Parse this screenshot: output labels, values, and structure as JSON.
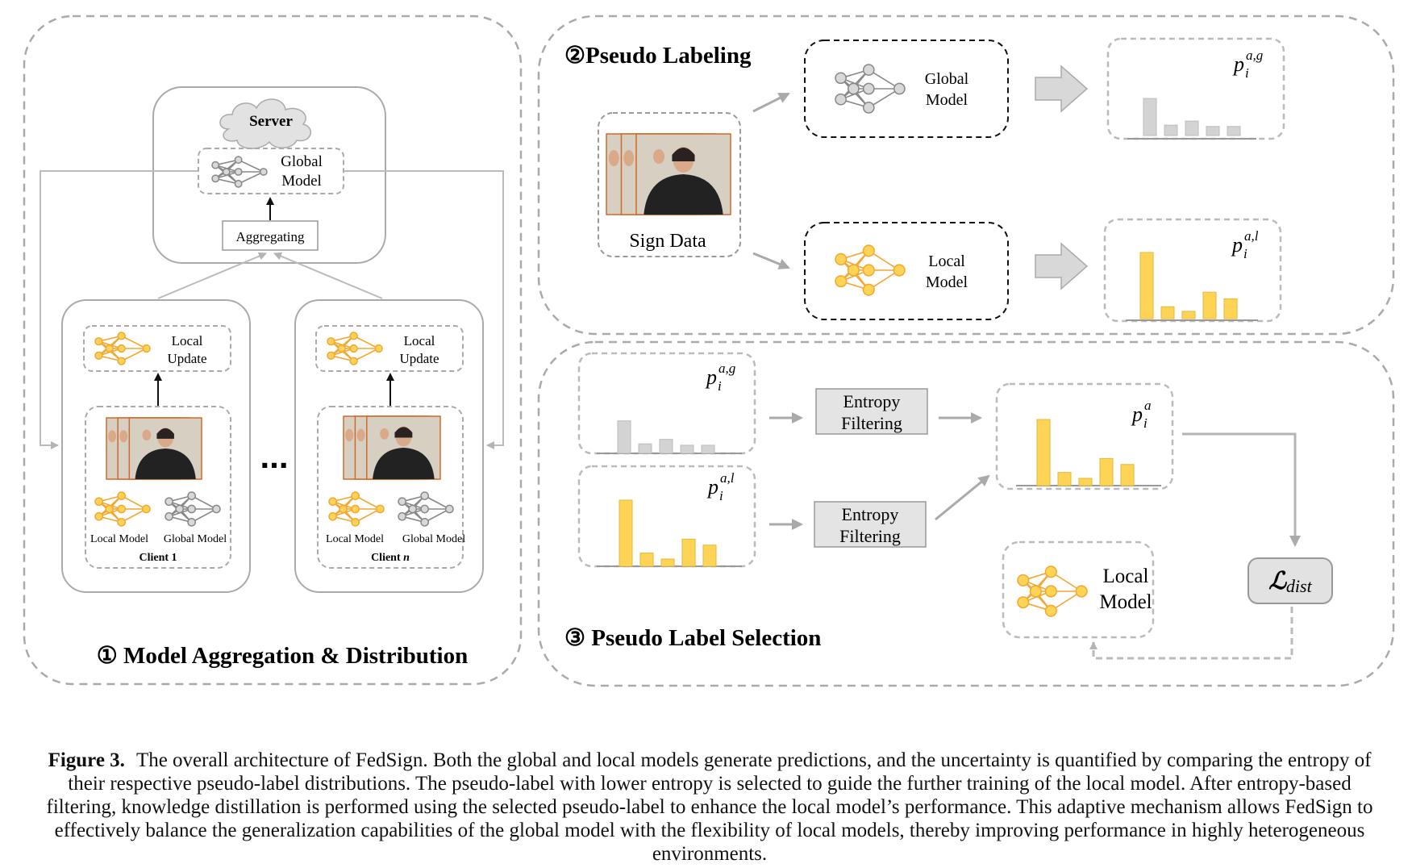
{
  "panel1": {
    "title": "① Model Aggregation & Distribution",
    "server": {
      "cloud_label": "Server",
      "global_model_label": [
        "Global",
        "Model"
      ],
      "aggregating_label": "Aggregating"
    },
    "client1": {
      "update_label": [
        "Local",
        "Update"
      ],
      "local_model_label": "Local Model",
      "global_model_label": "Global Model",
      "name": "Client 1"
    },
    "clientn": {
      "update_label": [
        "Local",
        "Update"
      ],
      "local_model_label": "Local Model",
      "global_model_label": "Global Model",
      "name_prefix": "Client",
      "name_var": "n"
    },
    "ellipsis": "..."
  },
  "panel2": {
    "title": "②Pseudo Labeling",
    "sign_data_label": "Sign Data",
    "global_model_label": [
      "Global",
      "Model"
    ],
    "local_model_label": [
      "Local",
      "Model"
    ],
    "dist_global": {
      "label_base": "p",
      "sub": "i",
      "sup": "a,g",
      "values": [
        0.82,
        0.23,
        0.32,
        0.2,
        0.2
      ],
      "color": "#d3d3d3"
    },
    "dist_local": {
      "label_base": "p",
      "sub": "i",
      "sup": "a,l",
      "values": [
        1.0,
        0.18,
        0.11,
        0.4,
        0.3
      ],
      "color": "#fdd455"
    }
  },
  "panel3": {
    "title": "③ Pseudo Label Selection",
    "entropy_filter_1": [
      "Entropy",
      "Filtering"
    ],
    "entropy_filter_2": [
      "Entropy",
      "Filtering"
    ],
    "local_model_label": [
      "Local",
      "Model"
    ],
    "loss_label_base": "ℒ",
    "loss_label_sub": "dist",
    "dist_global": {
      "label_base": "p",
      "sub": "i",
      "sup": "a,g",
      "values": [
        0.72,
        0.21,
        0.31,
        0.18,
        0.18
      ],
      "color": "#d3d3d3"
    },
    "dist_local": {
      "label_base": "p",
      "sub": "i",
      "sup": "a,l",
      "values": [
        1.0,
        0.2,
        0.11,
        0.41,
        0.32
      ],
      "color": "#fdd455"
    },
    "dist_selected": {
      "label_base": "p",
      "sub": "i",
      "sup": "a",
      "values": [
        1.0,
        0.2,
        0.11,
        0.41,
        0.32
      ],
      "color": "#fdd455"
    }
  },
  "caption": {
    "label": "Figure 3.",
    "text": "The overall architecture of FedSign. Both the global and local models generate predictions, and the uncertainty is quantified by comparing the entropy of their respective pseudo-label distributions. The pseudo-label with lower entropy is selected to guide the further training of the local model. After entropy-based filtering, knowledge distillation is performed using the selected pseudo-label to enhance the local model’s performance. This adaptive mechanism allows FedSign to effectively balance the generalization capabilities of the global model with the flexibility of local models, thereby improving performance in highly heterogeneous environments."
  },
  "colors": {
    "yellow": "#fdd455",
    "orange": "#f4a730",
    "gray": "#d3d3d3",
    "gray_dark": "#9a9a9a",
    "frame": "#aaaaaa",
    "photo_border": "#d06a2a"
  }
}
